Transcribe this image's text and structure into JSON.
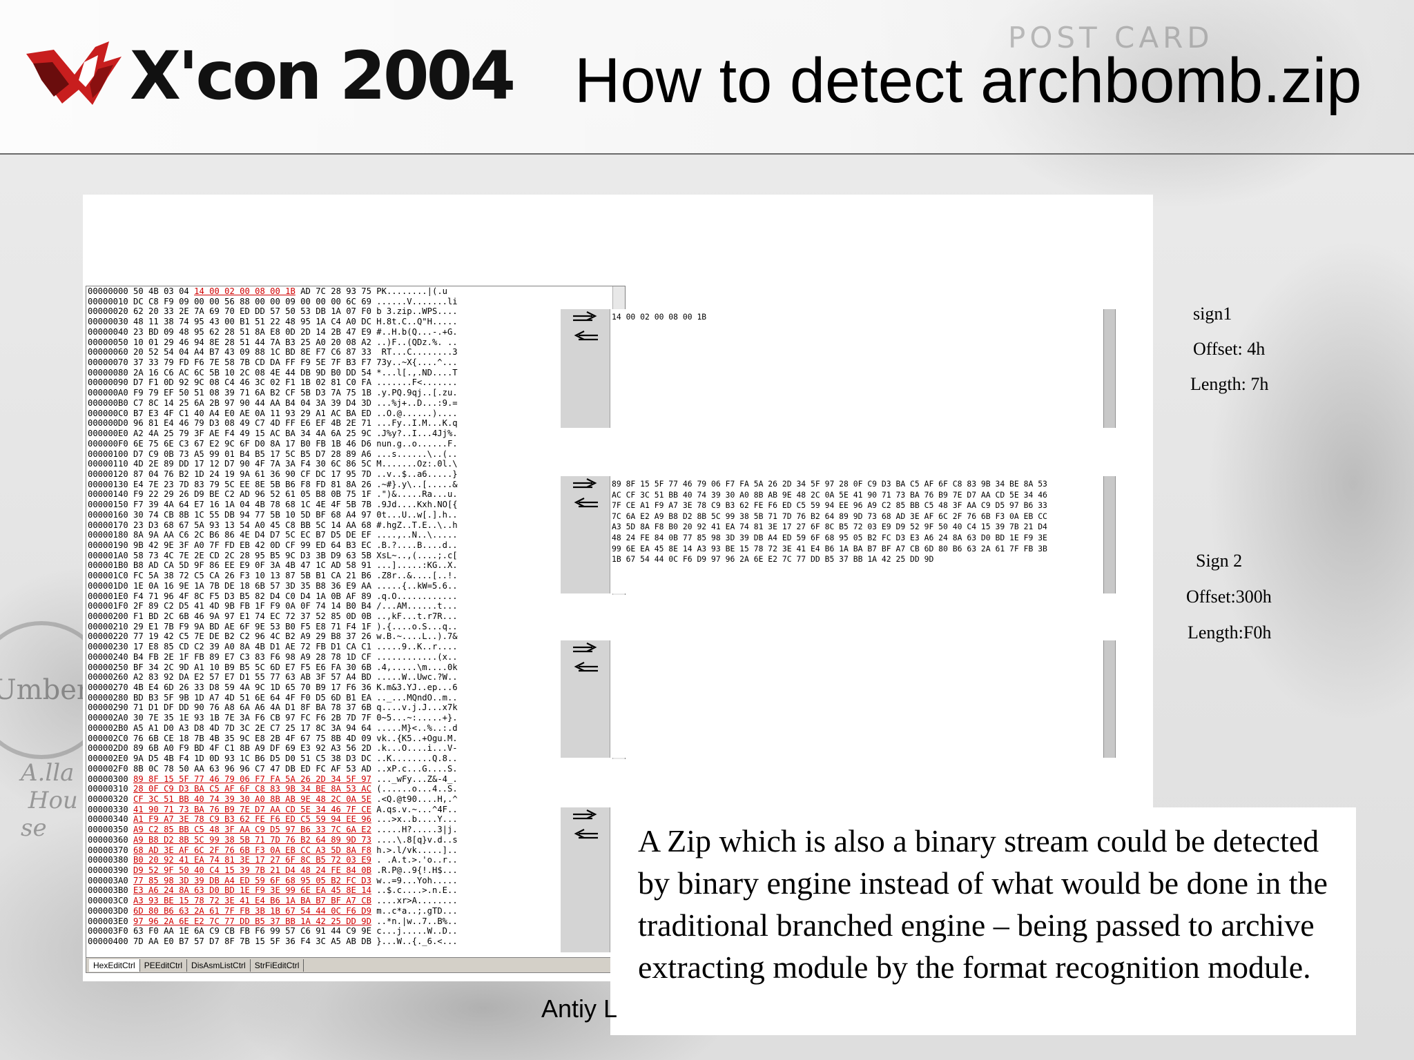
{
  "header": {
    "logo_text": "X'con 2004",
    "title": "How to detect archbomb.zip"
  },
  "decor": {
    "postcard": "POST CARD",
    "stamp": "Umber"
  },
  "hex_editor": {
    "lines": [
      {
        "addr": "00000000",
        "hex": "50 4B 03 04",
        "hex_hl": "14 00 02 00 08 00 1B",
        "hex_rest": "AD 7C 28 93 75",
        "ascii": "PK........|(.u"
      },
      {
        "addr": "00000010",
        "hex": "DC C8 F9 09 00 00 56 88 00 00 09 00 00 00 6C 69",
        "ascii": "......V.......li"
      },
      {
        "addr": "00000020",
        "hex": "62 20 33 2E 7A 69 70 ED DD 57 50 53 DB 1A 07 F0",
        "ascii": "b 3.zip..WPS...."
      },
      {
        "addr": "00000030",
        "hex": "48 11 38 74 95 43 00 B1 51 22 48 95 1A C4 A0 DC",
        "ascii": "H.8t.C..Q\"H....."
      },
      {
        "addr": "00000040",
        "hex": "23 BD 09 48 95 62 28 51 8A E8 0D 2D 14 2B 47 E9",
        "ascii": "#..H.b(Q...-.+G."
      },
      {
        "addr": "00000050",
        "hex": "10 01 29 46 94 8E 28 51 44 7A B3 25 A0 20 08 A2",
        "ascii": "..)F..(QDz.%. .."
      },
      {
        "addr": "00000060",
        "hex": "20 52 54 04 A4 B7 43 09 88 1C BD 8E F7 C6 87 33",
        "ascii": " RT...C........3"
      },
      {
        "addr": "00000070",
        "hex": "37 33 79 FD F6 7E 58 7B CD DA FF F9 5E 7F B3 F7",
        "ascii": "73y..~X{....^..."
      },
      {
        "addr": "00000080",
        "hex": "2A 16 C6 AC 6C 5B 10 2C 08 4E 44 DB 9D B0 DD 54",
        "ascii": "*...l[.,.ND....T"
      },
      {
        "addr": "00000090",
        "hex": "D7 F1 0D 92 9C 08 C4 46 3C 02 F1 1B 02 81 C0 FA",
        "ascii": ".......F<......."
      },
      {
        "addr": "000000A0",
        "hex": "F9 79 EF 50 51 08 39 71 6A B2 CF 5B D3 7A 75 1B",
        "ascii": ".y.PQ.9qj..[.zu."
      },
      {
        "addr": "000000B0",
        "hex": "C7 8C 14 25 6A 2B 97 90 44 AA B4 04 3A 39 D4 3D",
        "ascii": "...%j+..D...:9.="
      },
      {
        "addr": "000000C0",
        "hex": "B7 E3 4F C1 40 A4 E0 AE 0A 11 93 29 A1 AC BA ED",
        "ascii": "..O.@......)...."
      },
      {
        "addr": "000000D0",
        "hex": "96 81 E4 46 79 D3 08 49 C7 4D FF E6 EF 4B 2E 71",
        "ascii": "...Fy..I.M...K.q"
      },
      {
        "addr": "000000E0",
        "hex": "A2 4A 25 79 3F AE F4 49 15 AC BA 34 4A 6A 25 9C",
        "ascii": ".J%y?..I...4Jj%."
      },
      {
        "addr": "000000F0",
        "hex": "6E 75 6E C3 67 E2 9C 6F D0 8A 17 B0 FB 1B 46 D6",
        "ascii": "nun.g..o......F."
      },
      {
        "addr": "00000100",
        "hex": "D7 C9 0B 73 A5 99 01 B4 B5 17 5C B5 D7 28 89 A6",
        "ascii": "...s......\\..(.."
      },
      {
        "addr": "00000110",
        "hex": "4D 2E 89 DD 17 12 D7 90 4F 7A 3A F4 30 6C 86 5C",
        "ascii": "M.......Oz:.0l.\\"
      },
      {
        "addr": "00000120",
        "hex": "87 04 76 B2 1D 24 19 9A 61 36 90 CF DC 17 95 7D",
        "ascii": "..v..$..a6.....}"
      },
      {
        "addr": "00000130",
        "hex": "E4 7E 23 7D 83 79 5C EE 8E 5B B6 F8 FD 81 8A 26",
        "ascii": ".~#}.y\\..[.....&"
      },
      {
        "addr": "00000140",
        "hex": "F9 22 29 26 D9 BE C2 AD 96 52 61 05 B8 0B 75 1F",
        "ascii": ".\")&.....Ra...u."
      },
      {
        "addr": "00000150",
        "hex": "F7 39 4A 64 E7 16 1A 04 4B 78 68 1C 4E 4F 5B 7B",
        "ascii": ".9Jd....Kxh.NO[{"
      },
      {
        "addr": "00000160",
        "hex": "30 74 CB 8B 1C 55 DB 94 77 5B 10 5D BF 68 A4 97",
        "ascii": "0t...U..w[.].h.."
      },
      {
        "addr": "00000170",
        "hex": "23 D3 68 67 5A 93 13 54 A0 45 C8 BB 5C 14 AA 68",
        "ascii": "#.hgZ..T.E..\\..h"
      },
      {
        "addr": "00000180",
        "hex": "8A 9A AA C6 2C B6 86 4E D4 D7 5C EC B7 D5 DE EF",
        "ascii": "....,..N..\\....."
      },
      {
        "addr": "00000190",
        "hex": "9B 42 9E 3F A0 7F FD EB 42 0D CF 99 ED 64 B3 EC",
        "ascii": ".B.?....B....d.."
      },
      {
        "addr": "000001A0",
        "hex": "58 73 4C 7E 2E CD 2C 28 95 B5 9C D3 3B D9 63 5B",
        "ascii": "XsL~..,(....;.c["
      },
      {
        "addr": "000001B0",
        "hex": "B8 AD CA 5D 9F 86 EE E9 0F 3A 4B 47 1C AD 58 91",
        "ascii": "...].....:KG..X."
      },
      {
        "addr": "000001C0",
        "hex": "FC 5A 38 72 C5 CA 26 F3 10 13 87 5B B1 CA 21 B6",
        "ascii": ".Z8r..&....[..!."
      },
      {
        "addr": "000001D0",
        "hex": "1E 0A 16 9E 1A 7B DE 18 6B 57 3D 35 B8 36 E9 AA",
        "ascii": ".....{..kW=5.6.."
      },
      {
        "addr": "000001E0",
        "hex": "F4 71 96 4F 8C F5 D3 B5 82 D4 C0 D4 1A 0B AF 89",
        "ascii": ".q.O............"
      },
      {
        "addr": "000001F0",
        "hex": "2F 89 C2 D5 41 4D 9B FB 1F F9 0A 0F 74 14 B0 B4",
        "ascii": "/...AM......t..."
      },
      {
        "addr": "00000200",
        "hex": "F1 BD 2C 6B 46 9A 97 E1 74 EC 72 37 52 85 0D 0B",
        "ascii": "..,kF...t.r7R..."
      },
      {
        "addr": "00000210",
        "hex": "29 E1 7B F9 9A BD AE 6F 9E 53 B0 F5 E8 71 F4 1F",
        "ascii": ").{....o.S...q.."
      },
      {
        "addr": "00000220",
        "hex": "77 19 42 C5 7E DE B2 C2 96 4C B2 A9 29 B8 37 26",
        "ascii": "w.B.~....L..).7&"
      },
      {
        "addr": "00000230",
        "hex": "17 E8 85 CD C2 39 A0 8A 4B D1 AE 72 FB D1 CA C1",
        "ascii": ".....9..K..r...."
      },
      {
        "addr": "00000240",
        "hex": "B4 FB 2E 1F FB 89 E7 C3 83 F6 98 A9 28 78 1D CF",
        "ascii": "............(x.."
      },
      {
        "addr": "00000250",
        "hex": "BF 34 2C 9D A1 10 B9 B5 5C 6D E7 F5 E6 FA 30 6B",
        "ascii": ".4,.....\\m....0k"
      },
      {
        "addr": "00000260",
        "hex": "A2 83 92 DA E2 57 E7 D1 55 77 63 AB 3F 57 A4 BD",
        "ascii": ".....W..Uwc.?W.."
      },
      {
        "addr": "00000270",
        "hex": "4B E4 6D 26 33 D8 59 4A 9C 1D 65 70 B9 17 F6 36",
        "ascii": "K.m&3.YJ..ep...6"
      },
      {
        "addr": "00000280",
        "hex": "BD B3 5F 9B 1D A7 4D 51 6E 64 4F F0 D5 6D B1 EA",
        "ascii": ".._...MQndO..m.."
      },
      {
        "addr": "00000290",
        "hex": "71 D1 DF DD 90 76 A8 6A A6 4A D1 8F BA 78 37 6B",
        "ascii": "q....v.j.J...x7k"
      },
      {
        "addr": "000002A0",
        "hex": "30 7E 35 1E 93 1B 7E 3A F6 CB 97 FC F6 2B 7D 7F",
        "ascii": "0~5...~:.....+}."
      },
      {
        "addr": "000002B0",
        "hex": "A5 A1 D0 A3 D8 4D 7D 3C 2E C7 25 17 8C 3A 94 64",
        "ascii": ".....M}<..%..:.d"
      },
      {
        "addr": "000002C0",
        "hex": "76 6B CE 18 7B 4B 35 9C E8 2B 4F 67 75 8B 4D 09",
        "ascii": "vk..{K5..+Ogu.M."
      },
      {
        "addr": "000002D0",
        "hex": "89 6B A0 F9 BD 4F C1 8B A9 DF 69 E3 92 A3 56 2D",
        "ascii": ".k...O....i...V-"
      },
      {
        "addr": "000002E0",
        "hex": "9A D5 4B F4 1D 0D 93 1C B6 D5 D0 51 C5 38 D3 DC",
        "ascii": "..K........Q.8.."
      },
      {
        "addr": "000002F0",
        "hex": "8B 0C 78 50 AA 63 96 96 C7 47 DB ED FC AF 53 AD",
        "ascii": "..xP.c...G....S."
      },
      {
        "addr": "00000300",
        "hex": "",
        "hex_hl": "89 8F 15 5F 77 46 79 06 F7 FA 5A 26 2D 34 5F 97",
        "ascii": "..._wFy...Z&-4_."
      },
      {
        "addr": "00000310",
        "hex": "",
        "hex_hl": "28 0F C9 D3 BA C5 AF 6F C8 83 9B 34 BE 8A 53 AC",
        "ascii": "(......o...4..S."
      },
      {
        "addr": "00000320",
        "hex": "",
        "hex_hl": "CF 3C 51 BB 40 74 39 30 A0 8B AB 9E 48 2C 0A 5E",
        "ascii": ".<Q.@t90....H,.^"
      },
      {
        "addr": "00000330",
        "hex": "",
        "hex_hl": "41 90 71 73 BA 76 B9 7E D7 AA CD 5E 34 46 7F CE",
        "ascii": "A.qs.v.~...^4F.."
      },
      {
        "addr": "00000340",
        "hex": "",
        "hex_hl": "A1 F9 A7 3E 78 C9 B3 62 FE F6 ED C5 59 94 EE 96",
        "ascii": "...>x..b....Y..."
      },
      {
        "addr": "00000350",
        "hex": "",
        "hex_hl": "A9 C2 85 BB C5 48 3F AA C9 D5 97 B6 33 7C 6A E2",
        "ascii": ".....H?.....3|j."
      },
      {
        "addr": "00000360",
        "hex": "",
        "hex_hl": "A9 B8 D2 8B 5C 99 38 5B 71 7D 76 B2 64 89 9D 73",
        "ascii": "....\\.8[q}v.d..s"
      },
      {
        "addr": "00000370",
        "hex": "",
        "hex_hl": "68 AD 3E AF 6C 2F 76 6B F3 0A EB CC A3 5D 8A F8",
        "ascii": "h.>.l/vk.....].."
      },
      {
        "addr": "00000380",
        "hex": "",
        "hex_hl": "B0 20 92 41 EA 74 81 3E 17 27 6F 8C B5 72 03 E9",
        "ascii": ". .A.t.>.'o..r.."
      },
      {
        "addr": "00000390",
        "hex": "",
        "hex_hl": "D9 52 9F 50 40 C4 15 39 7B 21 D4 48 24 FE 84 0B",
        "ascii": ".R.P@..9{!.H$..."
      },
      {
        "addr": "000003A0",
        "hex": "",
        "hex_hl": "77 85 98 3D 39 DB A4 ED 59 6F 68 95 05 B2 FC D3",
        "ascii": "w..=9...Yoh....."
      },
      {
        "addr": "000003B0",
        "hex": "",
        "hex_hl": "E3 A6 24 8A 63 D0 BD 1E F9 3E 99 6E EA 45 8E 14",
        "ascii": "..$.c....>.n.E.."
      },
      {
        "addr": "000003C0",
        "hex": "",
        "hex_hl": "A3 93 BE 15 78 72 3E 41 E4 B6 1A BA B7 BF A7 CB",
        "ascii": "....xr>A........"
      },
      {
        "addr": "000003D0",
        "hex": "",
        "hex_hl": "6D 80 B6 63 2A 61 7F FB 3B 1B 67 54 44 0C F6 D9",
        "ascii": "m..c*a..;.gTD..."
      },
      {
        "addr": "000003E0",
        "hex": "",
        "hex_hl": "97 96 2A 6E E2 7C 77 DD B5 37 BB 1A 42 25 DD 9D",
        "hex_rest": "",
        "ascii": "..*n.|w..7..B%.."
      },
      {
        "addr": "000003F0",
        "hex": "63 F0 AA 1E 6A C9 CB FB F6 99 57 C6 91 44 C9 9E",
        "ascii": "c...j.....W..D.."
      },
      {
        "addr": "00000400",
        "hex": "7D AA E0 B7 57 D7 8F 7B 15 5F 36 F4 3C A5 AB DB",
        "ascii": "}...W..{._6.<..."
      }
    ],
    "tabs": [
      "HexEditCtrl",
      "PEEditCtrl",
      "DisAsmListCtrl",
      "StrFiEditCtrl"
    ]
  },
  "dump1": {
    "text": "14 00 02 00 08 00 1B"
  },
  "dump2": {
    "lines": [
      "89 8F 15 5F 77 46 79 06 F7 FA 5A 26 2D 34 5F 97 28 0F C9 D3 BA C5 AF 6F C8 83 9B 34 BE 8A 53",
      "AC CF 3C 51 BB 40 74 39 30 A0 8B AB 9E 48 2C 0A 5E 41 90 71 73 BA 76 B9 7E D7 AA CD 5E 34 46",
      "7F CE A1 F9 A7 3E 78 C9 B3 62 FE F6 ED C5 59 94 EE 96 A9 C2 85 BB C5 48 3F AA C9 D5 97 B6 33",
      "7C 6A E2 A9 B8 D2 8B 5C 99 38 5B 71 7D 76 B2 64 89 9D 73 68 AD 3E AF 6C 2F 76 6B F3 0A EB CC",
      "A3 5D 8A F8 B0 20 92 41 EA 74 81 3E 17 27 6F 8C B5 72 03 E9 D9 52 9F 50 40 C4 15 39 7B 21 D4",
      "48 24 FE 84 0B 77 85 98 3D 39 DB A4 ED 59 6F 68 95 05 B2 FC D3 E3 A6 24 8A 63 D0 BD 1E F9 3E",
      "99 6E EA 45 8E 14 A3 93 BE 15 78 72 3E 41 E4 B6 1A BA B7 BF A7 CB 6D 80 B6 63 2A 61 7F FB 3B",
      "1B 67 54 44 0C F6 D9 97 96 2A 6E E2 7C 77 DD B5 37 BB 1A 42 25 DD 9D"
    ]
  },
  "sign1": {
    "name": "sign1",
    "offset": "Offset: 4h",
    "length": "Length: 7h"
  },
  "sign2": {
    "name": "Sign 2",
    "offset": "Offset:300h",
    "length": "Length:F0h"
  },
  "body_text": "A Zip which is also a binary stream could be detected by binary engine instead of what would be done in the traditional branched engine – being passed to archive extracting module by the format recognition  module.",
  "footer": {
    "partial": "Antiy L"
  }
}
